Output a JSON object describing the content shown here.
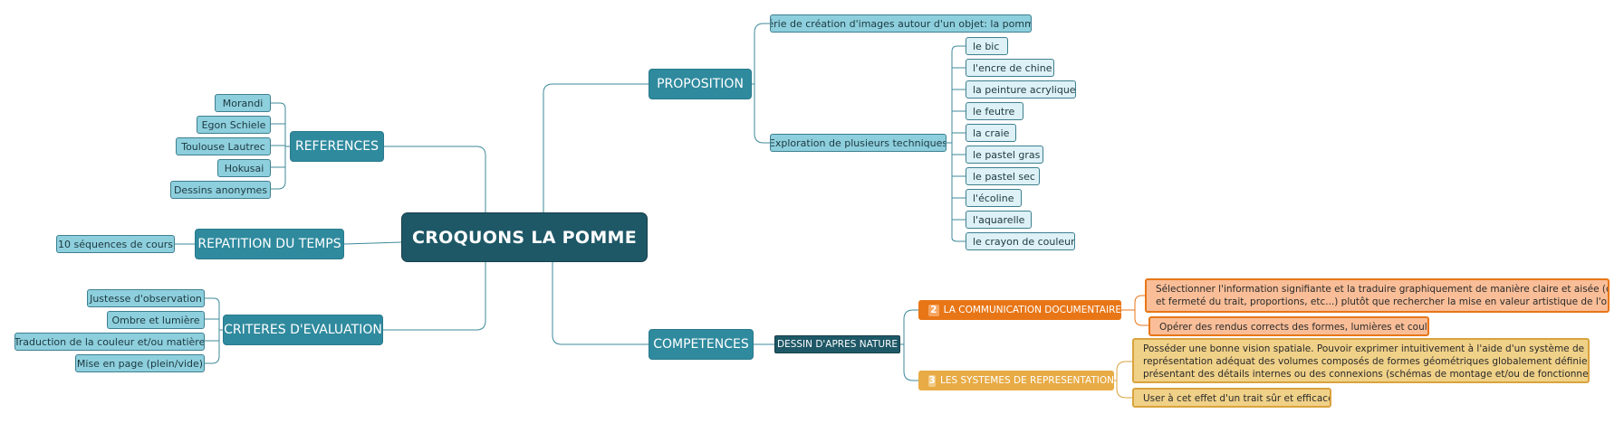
{
  "root": {
    "label": "CROQUONS LA POMME"
  },
  "branches": {
    "proposition": {
      "label": "PROPOSITION",
      "items": [
        "Série de création d'images autour d'un objet: la pomme",
        "Exploration de plusieurs techniques"
      ],
      "techniques": [
        "le bic",
        "l'encre de chine",
        "la peinture acrylique",
        "le feutre",
        "la craie",
        "le pastel gras",
        "le pastel sec",
        "l'écoline",
        "l'aquarelle",
        "le crayon de couleur"
      ]
    },
    "references": {
      "label": "REFERENCES",
      "items": [
        "Morandi",
        "Egon Schiele",
        "Toulouse Lautrec",
        "Hokusai",
        "Dessins anonymes"
      ]
    },
    "repartition": {
      "label": "REPATITION DU TEMPS",
      "items": [
        "10 séquences de cours"
      ]
    },
    "criteres": {
      "label": "CRITERES D'EVALUATION",
      "items": [
        "Justesse d'observation",
        "Ombre et lumière",
        "Traduction de la couleur et/ou matière",
        "Mise en page (plein/vide)"
      ]
    },
    "competences": {
      "label": "COMPETENCES",
      "sub": "DESSIN D'APRES NATURE",
      "groups": [
        {
          "number": "2",
          "label": "LA COMMUNICATION DOCUMENTAIRE",
          "color": "#e87617",
          "notes": [
            [
              "Sélectionner l'information signifiante et la traduire graphiquement de manière claire et aisée (qualité",
              "et fermeté du trait, proportions, etc...) plutôt que rechercher la mise en valeur artistique de l'objet."
            ],
            [
              "Opérer des rendus corrects des formes, lumières et couleurs."
            ]
          ]
        },
        {
          "number": "3",
          "label": "LES SYSTEMES DE REPRESENTATION",
          "color": "#e8ab45",
          "notes": [
            [
              "Posséder une bonne vision spatiale. Pouvoir exprimer intuitivement à l'aide d'un système de",
              "représentation adéquat des volumes composés de formes géométriques globalement définies et",
              "présentant des détails internes ou des connexions (schémas de montage et/ou de fonctionnement)"
            ],
            [
              "User à cet effet d'un trait sûr et efficace."
            ]
          ]
        }
      ]
    }
  },
  "colors": {
    "root": "#1e5867",
    "main_topic": "#2f8a9e",
    "subtopic": "#8ecfdd",
    "leaf": "#ddf1f6",
    "line": "#3e8a9a",
    "orange": "#e87617",
    "gold": "#e8ab45"
  }
}
